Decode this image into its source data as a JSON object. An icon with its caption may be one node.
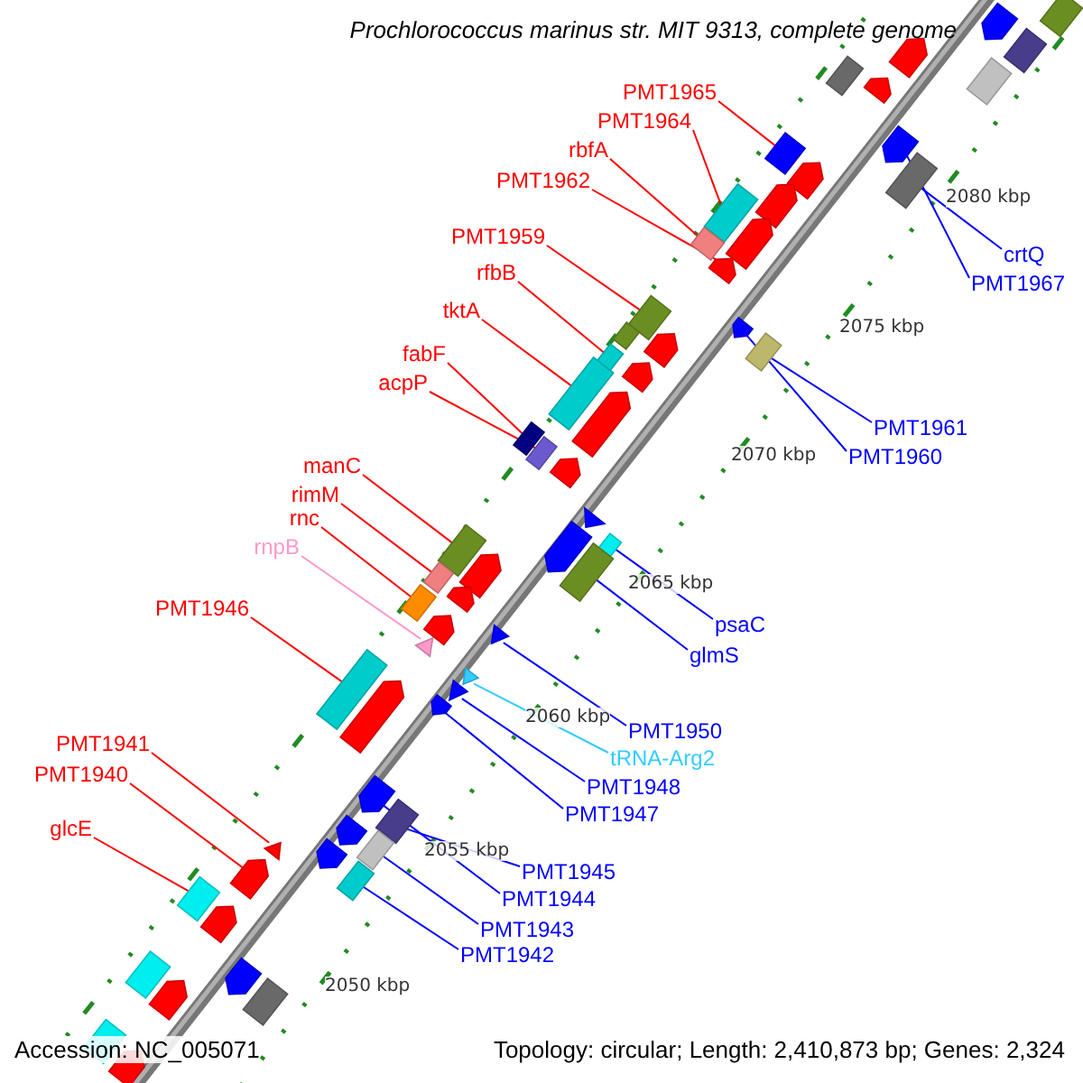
{
  "diagram": {
    "title": "Prochlorococcus marinus str. MIT 9313, complete genome",
    "nodes": [
      {
        "text": [
          "PMT1965"
        ]
      },
      {
        "text": [
          "PMT1964"
        ]
      },
      {
        "text": [
          "rbfA"
        ]
      },
      {
        "text": [
          "PMT1962"
        ]
      },
      {
        "text": [
          "PMT1959"
        ]
      },
      {
        "text": [
          "rfbB"
        ]
      },
      {
        "text": [
          "tktA"
        ]
      },
      {
        "text": [
          "fabF"
        ]
      },
      {
        "text": [
          "acpP"
        ]
      },
      {
        "text": [
          "manC"
        ]
      },
      {
        "text": [
          "rimM"
        ]
      },
      {
        "text": [
          "rnc"
        ]
      },
      {
        "text": [
          "rnpB"
        ]
      },
      {
        "text": [
          "PMT1946"
        ]
      },
      {
        "text": [
          "PMT1941"
        ]
      },
      {
        "text": [
          "PMT1940"
        ]
      },
      {
        "text": [
          "glcE"
        ]
      },
      {
        "text": [
          "crtQ"
        ]
      },
      {
        "text": [
          "PMT1967"
        ]
      },
      {
        "text": [
          "PMT1961"
        ]
      },
      {
        "text": [
          "PMT1960"
        ]
      },
      {
        "text": [
          "psaC"
        ]
      },
      {
        "text": [
          "glmS"
        ]
      },
      {
        "text": [
          "PMT1950"
        ]
      },
      {
        "text": [
          "tRNA-Arg2"
        ]
      },
      {
        "text": [
          "PMT1948"
        ]
      },
      {
        "text": [
          "PMT1947"
        ]
      },
      {
        "text": [
          "PMT1945"
        ]
      },
      {
        "text": [
          "PMT1944"
        ]
      },
      {
        "text": [
          "PMT1943"
        ]
      },
      {
        "text": [
          "PMT1942"
        ]
      },
      {
        "text": [],
        "shape": "box"
      },
      {
        "text": [],
        "shape": "box"
      },
      {
        "text": [],
        "shape": "box"
      },
      {
        "text": [],
        "shape": "arrow"
      },
      {
        "text": [],
        "shape": "box"
      },
      {
        "text": [],
        "shape": "box"
      },
      {
        "text": [],
        "shape": "box"
      },
      {
        "text": [],
        "shape": "box"
      },
      {
        "text": [],
        "shape": "box"
      },
      {
        "text": [],
        "shape": "box"
      },
      {
        "text": [],
        "shape": "box"
      },
      {
        "text": [],
        "shape": "box"
      },
      {
        "text": [],
        "shape": "triangle"
      },
      {
        "text": [],
        "shape": "box"
      },
      {
        "text": [],
        "shape": "triangle"
      },
      {
        "text": [],
        "shape": "arrow"
      },
      {
        "text": [],
        "shape": "box"
      },
      {
        "text": [],
        "shape": "box"
      },
      {
        "text": [],
        "shape": "arrow"
      },
      {
        "text": [],
        "shape": "box"
      },
      {
        "text": [],
        "shape": "arrow"
      },
      {
        "text": [],
        "shape": "box"
      },
      {
        "text": [],
        "shape": "box"
      },
      {
        "text": [],
        "shape": "triangle"
      },
      {
        "text": [],
        "shape": "triangle"
      },
      {
        "text": [],
        "shape": "triangle"
      },
      {
        "text": [],
        "shape": "arrow"
      },
      {
        "text": [],
        "shape": "box"
      },
      {
        "text": [],
        "shape": "arrow"
      },
      {
        "text": [],
        "shape": "box"
      },
      {
        "text": [],
        "shape": "box"
      },
      {
        "text": [],
        "shape": "arrow"
      },
      {
        "text": [],
        "shape": "arrow"
      },
      {
        "text": [],
        "shape": "box"
      },
      {
        "text": [],
        "shape": "arrow"
      },
      {
        "text": [],
        "shape": "arrow"
      },
      {
        "text": [],
        "shape": "arrow"
      },
      {
        "text": [],
        "shape": "arrow"
      },
      {
        "text": [],
        "shape": "box"
      },
      {
        "text": [],
        "shape": "arrow"
      },
      {
        "text": [],
        "shape": "arrow"
      },
      {
        "text": [],
        "shape": "arrow"
      },
      {
        "text": [],
        "shape": "arrow"
      },
      {
        "text": [],
        "shape": "arrow"
      },
      {
        "text": [],
        "shape": "arrow"
      },
      {
        "text": [],
        "shape": "arrow"
      },
      {
        "text": [],
        "shape": "arrow"
      },
      {
        "text": [],
        "shape": "box"
      },
      {
        "text": [],
        "shape": "arrow"
      },
      {
        "text": [],
        "shape": "box"
      },
      {
        "text": [],
        "shape": "arrow"
      },
      {
        "text": [],
        "shape": "arrow"
      },
      {
        "text": [],
        "shape": "box"
      },
      {
        "text": [],
        "shape": "box"
      },
      {
        "text": [],
        "shape": "box"
      },
      {
        "text": [],
        "shape": "arrow"
      },
      {
        "text": [],
        "shape": "triangle"
      },
      {
        "text": [],
        "shape": "arrow"
      },
      {
        "text": [],
        "shape": "arrow"
      },
      {
        "text": [],
        "shape": "arrow"
      },
      {
        "text": [],
        "shape": "box"
      }
    ],
    "edges": [
      {
        "from": 0,
        "to": 31,
        "arrow": "none"
      },
      {
        "from": 1,
        "to": 32,
        "arrow": "none"
      },
      {
        "from": 2,
        "to": 33,
        "arrow": "none"
      },
      {
        "from": 3,
        "to": 34,
        "arrow": "none"
      },
      {
        "from": 4,
        "to": 35,
        "arrow": "none"
      },
      {
        "from": 5,
        "to": 36,
        "arrow": "none"
      },
      {
        "from": 6,
        "to": 37,
        "arrow": "none"
      },
      {
        "from": 7,
        "to": 38,
        "arrow": "none"
      },
      {
        "from": 8,
        "to": 39,
        "arrow": "none"
      },
      {
        "from": 9,
        "to": 40,
        "arrow": "none"
      },
      {
        "from": 10,
        "to": 41,
        "arrow": "none"
      },
      {
        "from": 11,
        "to": 42,
        "arrow": "none"
      },
      {
        "from": 12,
        "to": 43,
        "arrow": "none",
        "color": "#ff99cc"
      },
      {
        "from": 13,
        "to": 44,
        "arrow": "none"
      },
      {
        "from": 14,
        "to": 45,
        "arrow": "none"
      },
      {
        "from": 15,
        "to": 46,
        "arrow": "none"
      },
      {
        "from": 16,
        "to": 47,
        "arrow": "none"
      },
      {
        "from": 17,
        "to": 48,
        "arrow": "none",
        "color": "#0000ff"
      },
      {
        "from": 18,
        "to": 49,
        "arrow": "none",
        "color": "#0000ff"
      },
      {
        "from": 19,
        "to": 50,
        "arrow": "none",
        "color": "#0000ff"
      },
      {
        "from": 20,
        "to": 51,
        "arrow": "none",
        "color": "#0000ff"
      },
      {
        "from": 21,
        "to": 52,
        "arrow": "none",
        "color": "#0000ff"
      },
      {
        "from": 22,
        "to": 53,
        "arrow": "none",
        "color": "#0000ff"
      },
      {
        "from": 23,
        "to": 54,
        "arrow": "none",
        "color": "#0000ff"
      },
      {
        "from": 24,
        "to": 55,
        "arrow": "none",
        "color": "#33ccff"
      },
      {
        "from": 25,
        "to": 56,
        "arrow": "none",
        "color": "#0000ff"
      },
      {
        "from": 26,
        "to": 57,
        "arrow": "none",
        "color": "#0000ff"
      },
      {
        "from": 27,
        "to": 58,
        "arrow": "none",
        "color": "#0000ff"
      },
      {
        "from": 28,
        "to": 59,
        "arrow": "none",
        "color": "#0000ff"
      },
      {
        "from": 29,
        "to": 60,
        "arrow": "none",
        "color": "#0000ff"
      },
      {
        "from": 30,
        "to": 61,
        "arrow": "none",
        "color": "#0000ff"
      }
    ],
    "labels": [
      "2080 kbp",
      "2075 kbp",
      "2070 kbp",
      "2065 kbp",
      "2060 kbp",
      "2055 kbp",
      "2050 kbp",
      "Accession: NC_005071",
      "Topology: circular; Length: 2,410,873 bp; Genes: 2,324"
    ]
  }
}
